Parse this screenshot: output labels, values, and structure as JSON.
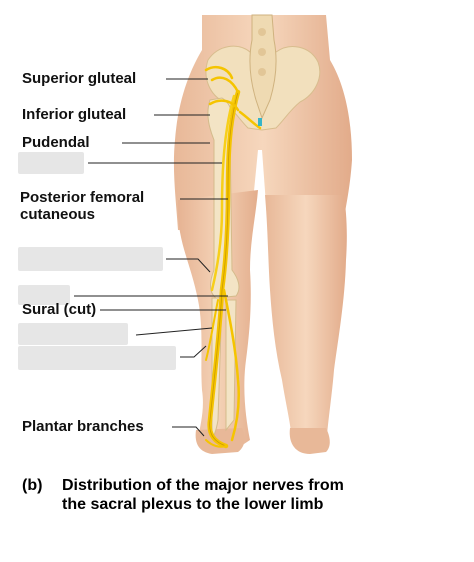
{
  "labels": {
    "superior_gluteal": "Superior gluteal",
    "inferior_gluteal": "Inferior gluteal",
    "pudendal": "Pudendal",
    "posterior_femoral_cutaneous_line1": "Posterior femoral",
    "posterior_femoral_cutaneous_line2": "cutaneous",
    "sural_cut": "Sural (cut)",
    "plantar_branches": "Plantar branches"
  },
  "caption": {
    "letter": "(b)",
    "line1": "Distribution of the major nerves from",
    "line2": "the sacral plexus to the lower limb"
  },
  "colors": {
    "skin": "#f0c9a8",
    "skin_shadow": "#d9a888",
    "bone": "#f3e3c3",
    "nerve": "#f5c400",
    "nerve_outline": "#c99a00",
    "leader": "#222222",
    "blank": "#e6e6e6"
  }
}
